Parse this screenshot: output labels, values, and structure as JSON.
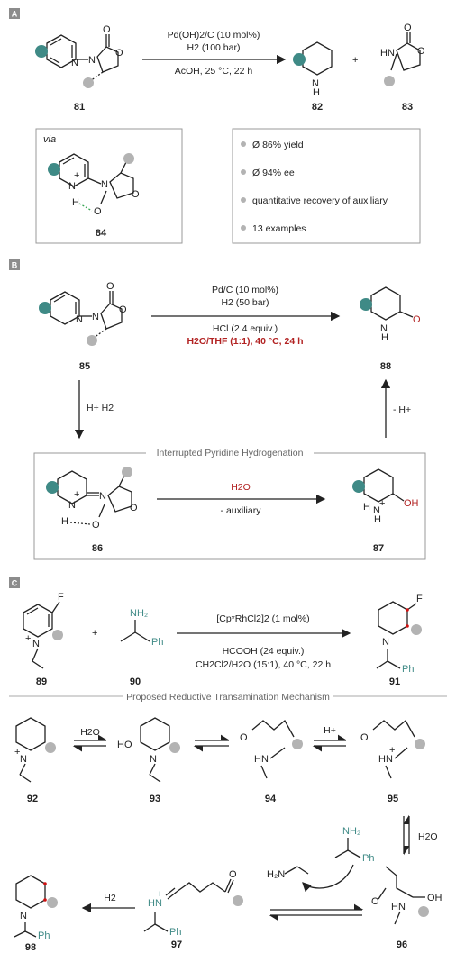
{
  "panels": {
    "a": {
      "tag": "A",
      "reagents_line1": "Pd(OH)2/C (10 mol%)",
      "reagents_line2": "H2 (100 bar)",
      "reagents_line3": "AcOH, 25 °C, 22 h",
      "plus": "+",
      "compounds": [
        "81",
        "82",
        "83",
        "84"
      ],
      "via": "via",
      "bullets": [
        "Ø 86% yield",
        "Ø 94% ee",
        "quantitative recovery of auxiliary",
        "13 examples"
      ]
    },
    "b": {
      "tag": "B",
      "reagents_line1": "Pd/C (10 mol%)",
      "reagents_line2": "H2 (50 bar)",
      "reagents_line3": "HCl (2.4 equiv.)",
      "reagents_line4": "H2O/THF (1:1), 40 °C, 24 h",
      "left_arrow_label": "H+  H2",
      "right_arrow_label": "- H+",
      "box_title": "Interrupted Pyridine Hydrogenation",
      "box_arrow_top": "H2O",
      "box_arrow_bottom": "- auxiliary",
      "compounds": [
        "85",
        "88",
        "86",
        "87"
      ]
    },
    "c": {
      "tag": "C",
      "reagents_line1": "[Cp*RhCl2]2 (1 mol%)",
      "reagents_line2": "HCOOH (24 equiv.)",
      "reagents_line3": "CH2Cl2/H2O (15:1), 40 °C, 22 h",
      "plus": "+",
      "compounds": [
        "89",
        "90",
        "91"
      ],
      "mechanism_title": "Proposed Reductive Transamination Mechanism",
      "mech_arrow1": "H2O",
      "mech_arrow3": "H+",
      "mech_arrow4": "H2O",
      "mech_arrow_last": "H2",
      "mech_compounds": [
        "92",
        "93",
        "94",
        "95",
        "96",
        "97",
        "98"
      ]
    }
  },
  "colors": {
    "teal": "#3f8a86",
    "grey": "#b3b3b3",
    "red": "#b22222",
    "tag": "#8c8c8c"
  }
}
